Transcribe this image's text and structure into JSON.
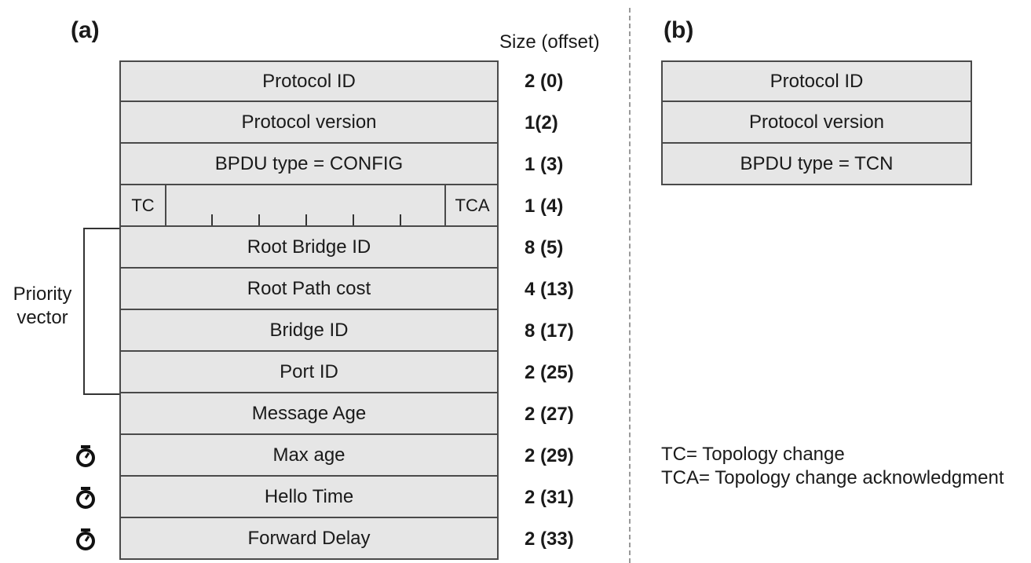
{
  "panel_a": {
    "label": "(a)",
    "size_header": "Size (offset)",
    "fields": [
      {
        "name": "Protocol ID",
        "size": "2 (0)"
      },
      {
        "name": "Protocol version",
        "size": "1(2)"
      },
      {
        "name": "BPDU type = CONFIG",
        "size": "1 (3)"
      },
      {
        "name": "",
        "size": "1 (4)"
      },
      {
        "name": "Root Bridge ID",
        "size": "8 (5)"
      },
      {
        "name": "Root Path cost",
        "size": "4 (13)"
      },
      {
        "name": "Bridge ID",
        "size": "8 (17)"
      },
      {
        "name": "Port ID",
        "size": "2 (25)"
      },
      {
        "name": "Message Age",
        "size": "2 (27)"
      },
      {
        "name": "Max age",
        "size": "2 (29)"
      },
      {
        "name": "Hello Time",
        "size": "2 (31)"
      },
      {
        "name": "Forward Delay",
        "size": "2 (33)"
      }
    ],
    "flags": {
      "tc": "TC",
      "tca": "TCA"
    },
    "priority_vector": {
      "line1": "Priority",
      "line2": "vector"
    },
    "timer_icon": "stopwatch-icon"
  },
  "panel_b": {
    "label": "(b)",
    "fields": [
      {
        "name": "Protocol ID"
      },
      {
        "name": "Protocol version"
      },
      {
        "name": "BPDU type = TCN"
      }
    ]
  },
  "legend": {
    "tc": "TC= Topology change",
    "tca": "TCA= Topology change acknowledgment"
  }
}
